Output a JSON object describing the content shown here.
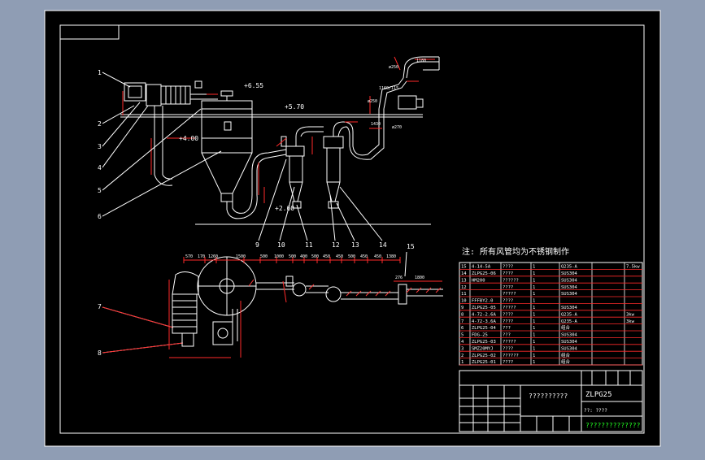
{
  "drawing": {
    "title": "ZLPG25",
    "note": "注: 所有风管均为不锈钢制作",
    "title_block_name": "??????????",
    "scale_label": "??: ????",
    "company_label": "??????????????",
    "callouts": [
      "1",
      "2",
      "3",
      "4",
      "5",
      "6",
      "7",
      "8",
      "9",
      "10",
      "11",
      "12",
      "13",
      "14",
      "15"
    ],
    "elevations": {
      "top": "+6.55",
      "mid": "+5.70",
      "left": "+4.00",
      "low": "+2.60"
    },
    "dimensions": {
      "top_right": [
        "1180",
        "ø250",
        "1160/115",
        "ø250",
        "1430",
        "ø270"
      ],
      "plan": [
        "570",
        "170",
        "1260",
        "1500",
        "500",
        "1000",
        "500",
        "400",
        "500",
        "450",
        "450",
        "500",
        "450",
        "450",
        "1380",
        "276",
        "1800"
      ]
    },
    "colors": {
      "line": "#ffffff",
      "dim": "#ff2a2a",
      "hatch": "#ff3b3b",
      "accent": "#22ff22",
      "paper": "#000000"
    }
  },
  "parts_table": {
    "rows": [
      {
        "no": "15",
        "code": "4-14-5A",
        "name": "????",
        "qty": "1",
        "material": "Q235-A",
        "note": "7.5kw"
      },
      {
        "no": "14",
        "code": "ZLPG25-06",
        "name": "????",
        "qty": "1",
        "material": "SUS304",
        "note": ""
      },
      {
        "no": "13",
        "code": "HM200",
        "name": "??????",
        "qty": "1",
        "material": "SUS304",
        "note": ""
      },
      {
        "no": "12",
        "code": "",
        "name": "????",
        "qty": "1",
        "material": "SUS304",
        "note": ""
      },
      {
        "no": "11",
        "code": "",
        "name": "?????",
        "qty": "1",
        "material": "SUS304",
        "note": ""
      },
      {
        "no": "10",
        "code": "FFFBY2.0",
        "name": "????",
        "qty": "1",
        "material": "",
        "note": ""
      },
      {
        "no": "9",
        "code": "ZLPG25-05",
        "name": "?????",
        "qty": "1",
        "material": "SUS304",
        "note": ""
      },
      {
        "no": "8",
        "code": "4-72-2.6A",
        "name": "????",
        "qty": "1",
        "material": "Q235-A",
        "note": "3kw"
      },
      {
        "no": "7",
        "code": "4-72-3.6A",
        "name": "????",
        "qty": "1",
        "material": "Q235-A",
        "note": "3kw"
      },
      {
        "no": "6",
        "code": "ZLPG25-04",
        "name": "???",
        "qty": "1",
        "material": "组合",
        "note": ""
      },
      {
        "no": "5",
        "code": "FDG-25",
        "name": "???",
        "qty": "1",
        "material": "SUS304",
        "note": ""
      },
      {
        "no": "4",
        "code": "ZLPG25-03",
        "name": "?????",
        "qty": "1",
        "material": "SUS304",
        "note": ""
      },
      {
        "no": "3",
        "code": "SMZ20MYJ",
        "name": "????",
        "qty": "1",
        "material": "SUS304",
        "note": ""
      },
      {
        "no": "2",
        "code": "ZLPG25-02",
        "name": "??????",
        "qty": "1",
        "material": "组合",
        "note": ""
      },
      {
        "no": "1",
        "code": "ZLPG25-01",
        "name": "????",
        "qty": "1",
        "material": "组合",
        "note": ""
      }
    ]
  }
}
